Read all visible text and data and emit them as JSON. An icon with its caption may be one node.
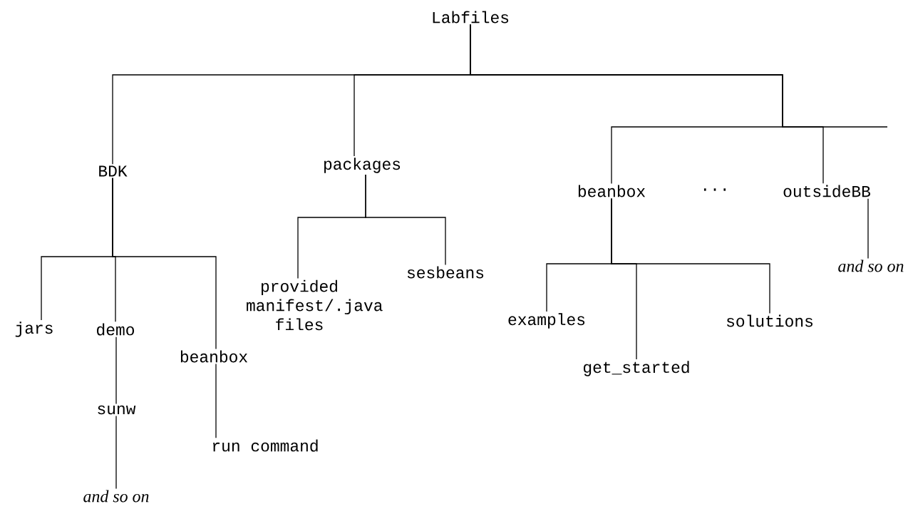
{
  "diagram": {
    "nodes": [
      {
        "text": [
          "Labfiles"
        ]
      },
      {
        "text": [
          "BDK"
        ]
      },
      {
        "text": [
          "packages"
        ]
      },
      {
        "text": [
          "beanbox"
        ]
      },
      {
        "text": [
          "outsideBB"
        ]
      },
      {
        "text": [
          "jars"
        ]
      },
      {
        "text": [
          "demo"
        ]
      },
      {
        "text": [
          "beanbox"
        ]
      },
      {
        "text": [
          "sunw"
        ]
      },
      {
        "text": [
          "run command"
        ]
      },
      {
        "text": [
          "and so on"
        ]
      },
      {
        "text": [
          "provided manifest/.java files"
        ]
      },
      {
        "text": [
          "sesbeans"
        ]
      },
      {
        "text": [
          "examples"
        ]
      },
      {
        "text": [
          "get_started"
        ]
      },
      {
        "text": [
          "solutions"
        ]
      },
      {
        "text": [
          "and so on"
        ]
      }
    ],
    "edges": [
      {
        "from": 0,
        "to": 1,
        "arrow": "none"
      },
      {
        "from": 0,
        "to": 2,
        "arrow": "none"
      },
      {
        "from": 0,
        "to": 3,
        "arrow": "none"
      },
      {
        "from": 0,
        "to": 4,
        "arrow": "none"
      },
      {
        "from": 0,
        "to": null,
        "arrow": "none"
      },
      {
        "from": 1,
        "to": 5,
        "arrow": "none"
      },
      {
        "from": 1,
        "to": 6,
        "arrow": "none"
      },
      {
        "from": 1,
        "to": 7,
        "arrow": "none"
      },
      {
        "from": 6,
        "to": 8,
        "arrow": "none"
      },
      {
        "from": 8,
        "to": 10,
        "arrow": "none"
      },
      {
        "from": 7,
        "to": 9,
        "arrow": "none"
      },
      {
        "from": 2,
        "to": 11,
        "arrow": "none"
      },
      {
        "from": 2,
        "to": 12,
        "arrow": "none"
      },
      {
        "from": 3,
        "to": 13,
        "arrow": "none"
      },
      {
        "from": 3,
        "to": 14,
        "arrow": "none"
      },
      {
        "from": 3,
        "to": 15,
        "arrow": "none"
      },
      {
        "from": 4,
        "to": 16,
        "arrow": "none"
      }
    ],
    "labels": [
      "..."
    ]
  }
}
